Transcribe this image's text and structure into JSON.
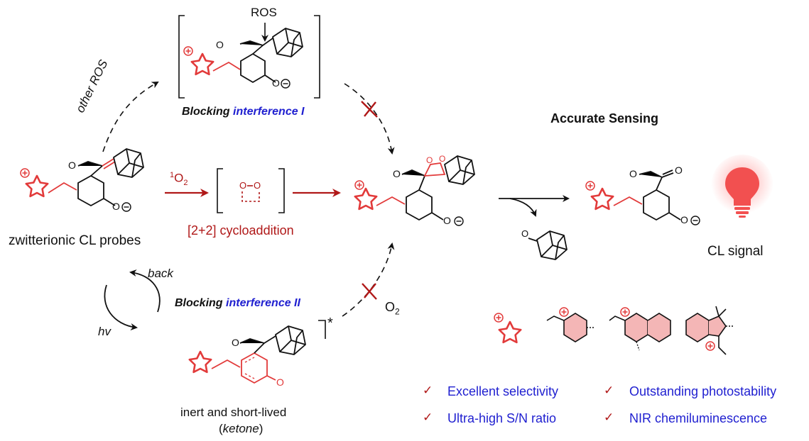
{
  "colors": {
    "accent_red": "#e23a3a",
    "dark_red": "#b01818",
    "blue": "#1f1fd0",
    "bulb_red": "#f25050"
  },
  "labels": {
    "ros": "ROS",
    "other_ros": "other ROS",
    "blocking_1_prefix": "Blocking",
    "blocking_1_em": "interference I",
    "blocking_2_prefix": "Blocking",
    "blocking_2_em": "interference II",
    "singlet_oxygen_sup": "1",
    "singlet_oxygen_main": "O",
    "singlet_oxygen_sub": "2",
    "cycloaddition": "[2+2] cycloaddition",
    "zwitterionic": "zwitterionic CL probes",
    "accurate_sensing": "Accurate Sensing",
    "cl_signal": "CL signal",
    "back": "back",
    "hv": "hv",
    "oxygen_main": "O",
    "oxygen_sub": "2",
    "inert": "inert and short-lived",
    "ketone_open": "(",
    "ketone": "ketone",
    "ketone_close": ")",
    "excited_star": "*",
    "methoxy": "O",
    "phenoxide": "O",
    "ketone_o": "O",
    "carbonyl_o": "O"
  },
  "features": [
    {
      "check": "✓",
      "text": "Excellent selectivity"
    },
    {
      "check": "✓",
      "text": "Outstanding photostability"
    },
    {
      "check": "✓",
      "text": "Ultra-high S/N ratio"
    },
    {
      "check": "✓",
      "text": "NIR chemiluminescence"
    }
  ],
  "icons": [
    "cationic-star-icon",
    "pyridinium-icon",
    "quinolinium-icon",
    "indolium-icon",
    "light-bulb-icon",
    "adamantane-icon",
    "blocked-arrow-icon"
  ]
}
